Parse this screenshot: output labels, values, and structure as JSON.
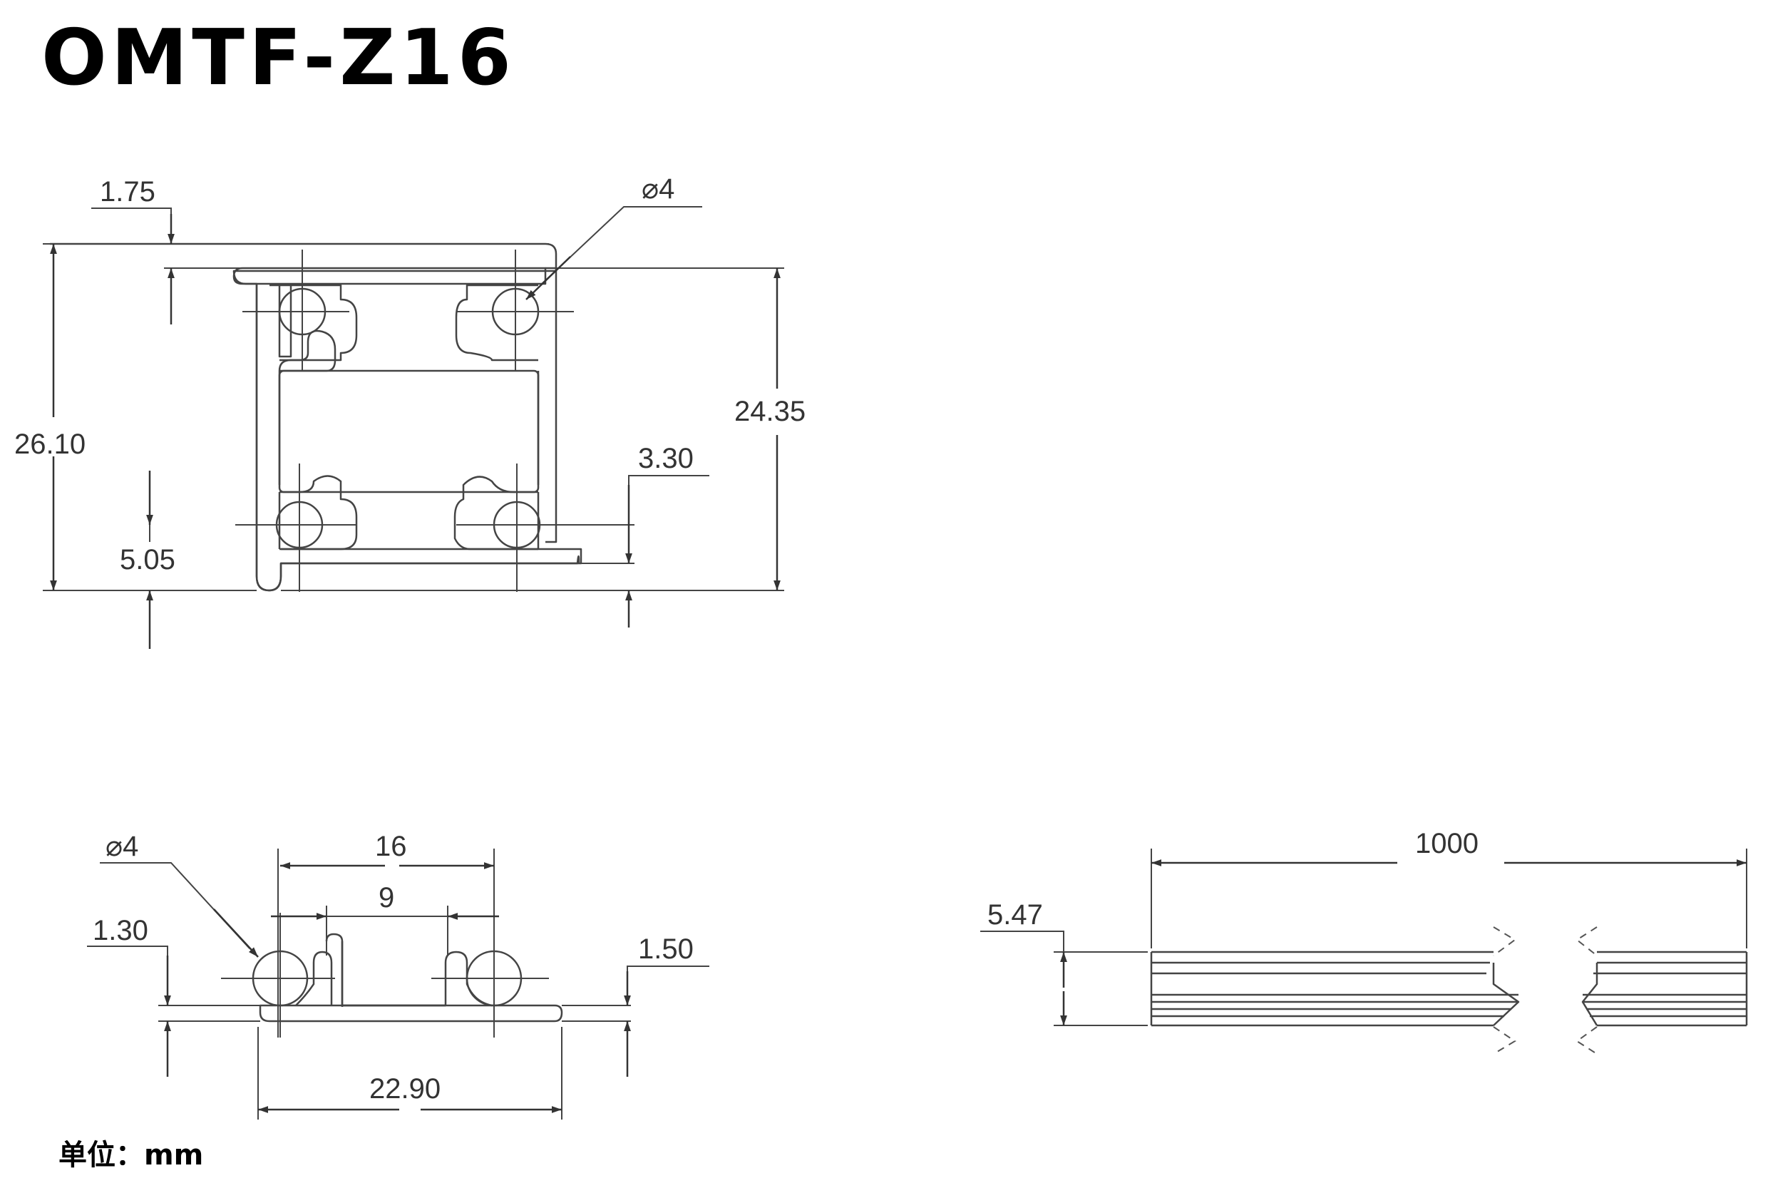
{
  "title": "OMTF-Z16",
  "units_label": "单位：mm",
  "top_view": {
    "dim_top_offset": "1.75",
    "dim_hole_dia": "⌀4",
    "dim_total_height": "26.10",
    "dim_inner_height": "24.35",
    "dim_right_offset": "3.30",
    "dim_bottom_offset": "5.05"
  },
  "bottom_view": {
    "dim_hole_dia": "⌀4",
    "dim_hole_spacing": "16",
    "dim_slot_width": "9",
    "dim_left_thickness": "1.30",
    "dim_right_thickness": "1.50",
    "dim_total_width": "22.90"
  },
  "side_view": {
    "dim_length": "1000",
    "dim_thickness": "5.47"
  }
}
